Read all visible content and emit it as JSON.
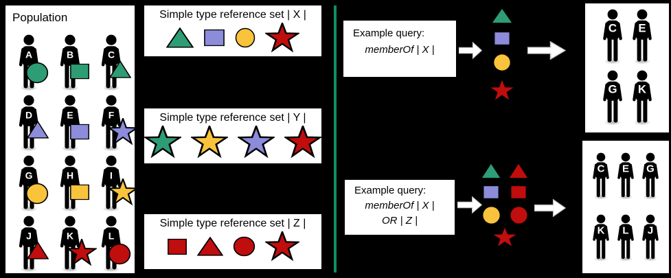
{
  "colors": {
    "green": "#2E9C74",
    "purple": "#8C8CDB",
    "yellow": "#F9C33C",
    "red": "#C00D0D",
    "divider": "#0E8F66",
    "background": "#000000"
  },
  "population": {
    "title": "Population",
    "members": [
      {
        "label": "A",
        "shape": "circle",
        "color": "green"
      },
      {
        "label": "B",
        "shape": "square",
        "color": "green"
      },
      {
        "label": "C",
        "shape": "triangle",
        "color": "green"
      },
      {
        "label": "D",
        "shape": "triangle",
        "color": "purple"
      },
      {
        "label": "E",
        "shape": "square",
        "color": "purple"
      },
      {
        "label": "F",
        "shape": "star",
        "color": "purple"
      },
      {
        "label": "G",
        "shape": "circle",
        "color": "yellow"
      },
      {
        "label": "H",
        "shape": "square",
        "color": "yellow"
      },
      {
        "label": "I",
        "shape": "star",
        "color": "yellow"
      },
      {
        "label": "J",
        "shape": "triangle",
        "color": "red"
      },
      {
        "label": "K",
        "shape": "star",
        "color": "red"
      },
      {
        "label": "L",
        "shape": "circle",
        "color": "red"
      }
    ]
  },
  "reference_sets": [
    {
      "title": "Simple type reference set | X |",
      "shapes": [
        {
          "shape": "triangle",
          "color": "green"
        },
        {
          "shape": "square",
          "color": "purple"
        },
        {
          "shape": "circle",
          "color": "yellow"
        },
        {
          "shape": "star",
          "color": "red"
        }
      ]
    },
    {
      "title": "Simple type reference set | Y |",
      "shapes": [
        {
          "shape": "star",
          "color": "green"
        },
        {
          "shape": "star",
          "color": "yellow"
        },
        {
          "shape": "star",
          "color": "purple"
        },
        {
          "shape": "star",
          "color": "red"
        }
      ]
    },
    {
      "title": "Simple type reference set | Z |",
      "shapes": [
        {
          "shape": "square",
          "color": "red"
        },
        {
          "shape": "triangle",
          "color": "red"
        },
        {
          "shape": "circle",
          "color": "red"
        },
        {
          "shape": "star",
          "color": "red"
        }
      ]
    }
  ],
  "queries": [
    {
      "heading": "Example query:",
      "lines": [
        "memberOf | X |"
      ],
      "input_shapes": [
        {
          "shape": "triangle",
          "color": "green"
        },
        {
          "shape": "square",
          "color": "purple"
        },
        {
          "shape": "circle",
          "color": "yellow"
        },
        {
          "shape": "star",
          "color": "red"
        }
      ],
      "results": [
        "C",
        "E",
        "G",
        "K"
      ]
    },
    {
      "heading": "Example query:",
      "lines": [
        "memberOf | X |",
        "OR | Z |"
      ],
      "input_shape_columns": [
        [
          {
            "shape": "triangle",
            "color": "green"
          },
          {
            "shape": "square",
            "color": "purple"
          },
          {
            "shape": "circle",
            "color": "yellow"
          }
        ],
        [
          {
            "shape": "triangle",
            "color": "red"
          },
          {
            "shape": "square",
            "color": "red"
          },
          {
            "shape": "circle",
            "color": "red"
          }
        ]
      ],
      "input_shape_bottom": {
        "shape": "star",
        "color": "red"
      },
      "results": [
        "C",
        "E",
        "G",
        "K",
        "L",
        "J"
      ]
    }
  ]
}
